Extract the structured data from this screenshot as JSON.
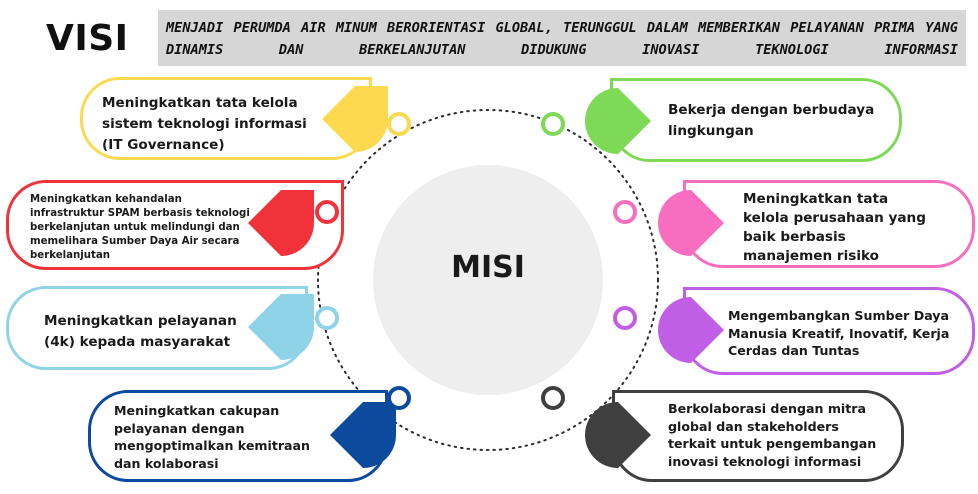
{
  "visi": {
    "label": "VISI",
    "text": "MENJADI PERUMDA AIR MINUM BERORIENTASI GLOBAL, TERUNGGUL DALAM MEMBERIKAN PELAYANAN PRIMA YANG DINAMIS DAN BERKELANJUTAN DIDUKUNG INOVASI TEKNOLOGI INFORMASI"
  },
  "misi": {
    "label": "MISI",
    "items": [
      {
        "text": "Meningkatkan tata kelola\nsistem teknologi informasi\n(IT Governance)",
        "color": "#fcd94f"
      },
      {
        "text": "Meningkatkan kehandalan\ninfrastruktur SPAM berbasis teknologi\nberkelanjutan untuk melindungi dan\nmemelihara Sumber Daya Air secara\nberkelanjutan",
        "color": "#f2323a"
      },
      {
        "text": "Meningkatkan pelayanan\n(4k) kepada masyarakat",
        "color": "#8fd3e8"
      },
      {
        "text": "Meningkatkan cakupan\npelayanan dengan\nmengoptimalkan kemitraan\ndan kolaborasi",
        "color": "#0b4a9c"
      },
      {
        "text": "Bekerja dengan berbudaya\nlingkungan",
        "color": "#7ed957"
      },
      {
        "text": "Meningkatkan tata\nkelola perusahaan yang\nbaik berbasis\nmanajemen risiko",
        "color": "#f76ec0"
      },
      {
        "text": "Mengembangkan Sumber Daya\nManusia Kreatif, Inovatif, Kerja\nCerdas dan Tuntas",
        "color": "#c15ee6"
      },
      {
        "text": "Berkolaborasi dengan mitra\nglobal dan stakeholders\nterkait untuk pengembangan\ninovasi teknologi informasi",
        "color": "#3f3f3f"
      }
    ]
  }
}
